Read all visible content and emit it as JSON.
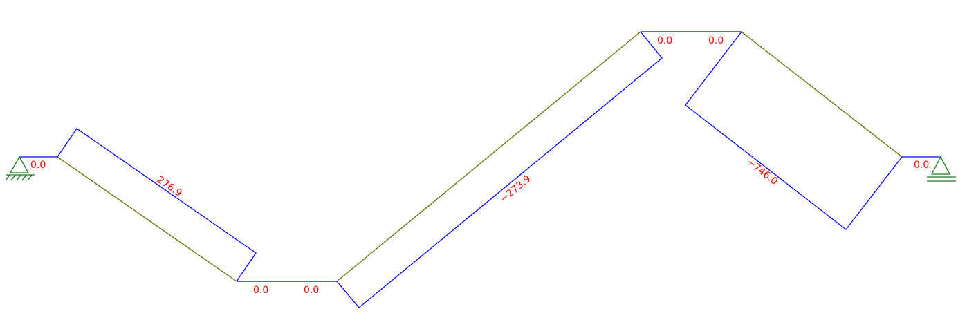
{
  "diagram": {
    "values": {
      "support_left": "0.0",
      "m1_diagonal": "276.9",
      "m2_left": "0.0",
      "m2_right": "0.0",
      "m3_diagonal": "−273.9",
      "m4_left": "0.0",
      "m4_right": "0.0",
      "m5_diagonal": "−746.0",
      "support_right": "0.0"
    }
  },
  "colors": {
    "member": "#6b6b00",
    "diagram": "#0000ff",
    "labels": "#ff0000",
    "supports": "#1a7a1a"
  }
}
